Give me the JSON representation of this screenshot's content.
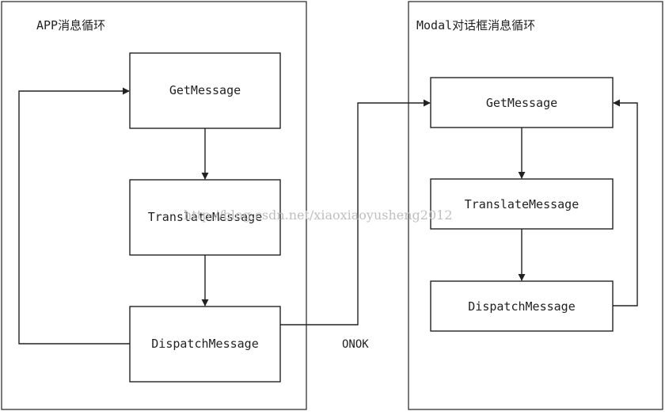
{
  "app_panel": {
    "title": "APP消息循环",
    "nodes": {
      "get": "GetMessage",
      "translate": "TranslateMessage",
      "dispatch": "DispatchMessage"
    }
  },
  "modal_panel": {
    "title": "Modal对话框消息循环",
    "nodes": {
      "get": "GetMessage",
      "translate": "TranslateMessage",
      "dispatch": "DispatchMessage"
    }
  },
  "edges": {
    "cross_label": "ONOK"
  },
  "watermark": "http://blog.csdn.net/xiaoxiaoyusheng2012",
  "colors": {
    "stroke": "#222222",
    "watermark": "#bfbfbf"
  }
}
